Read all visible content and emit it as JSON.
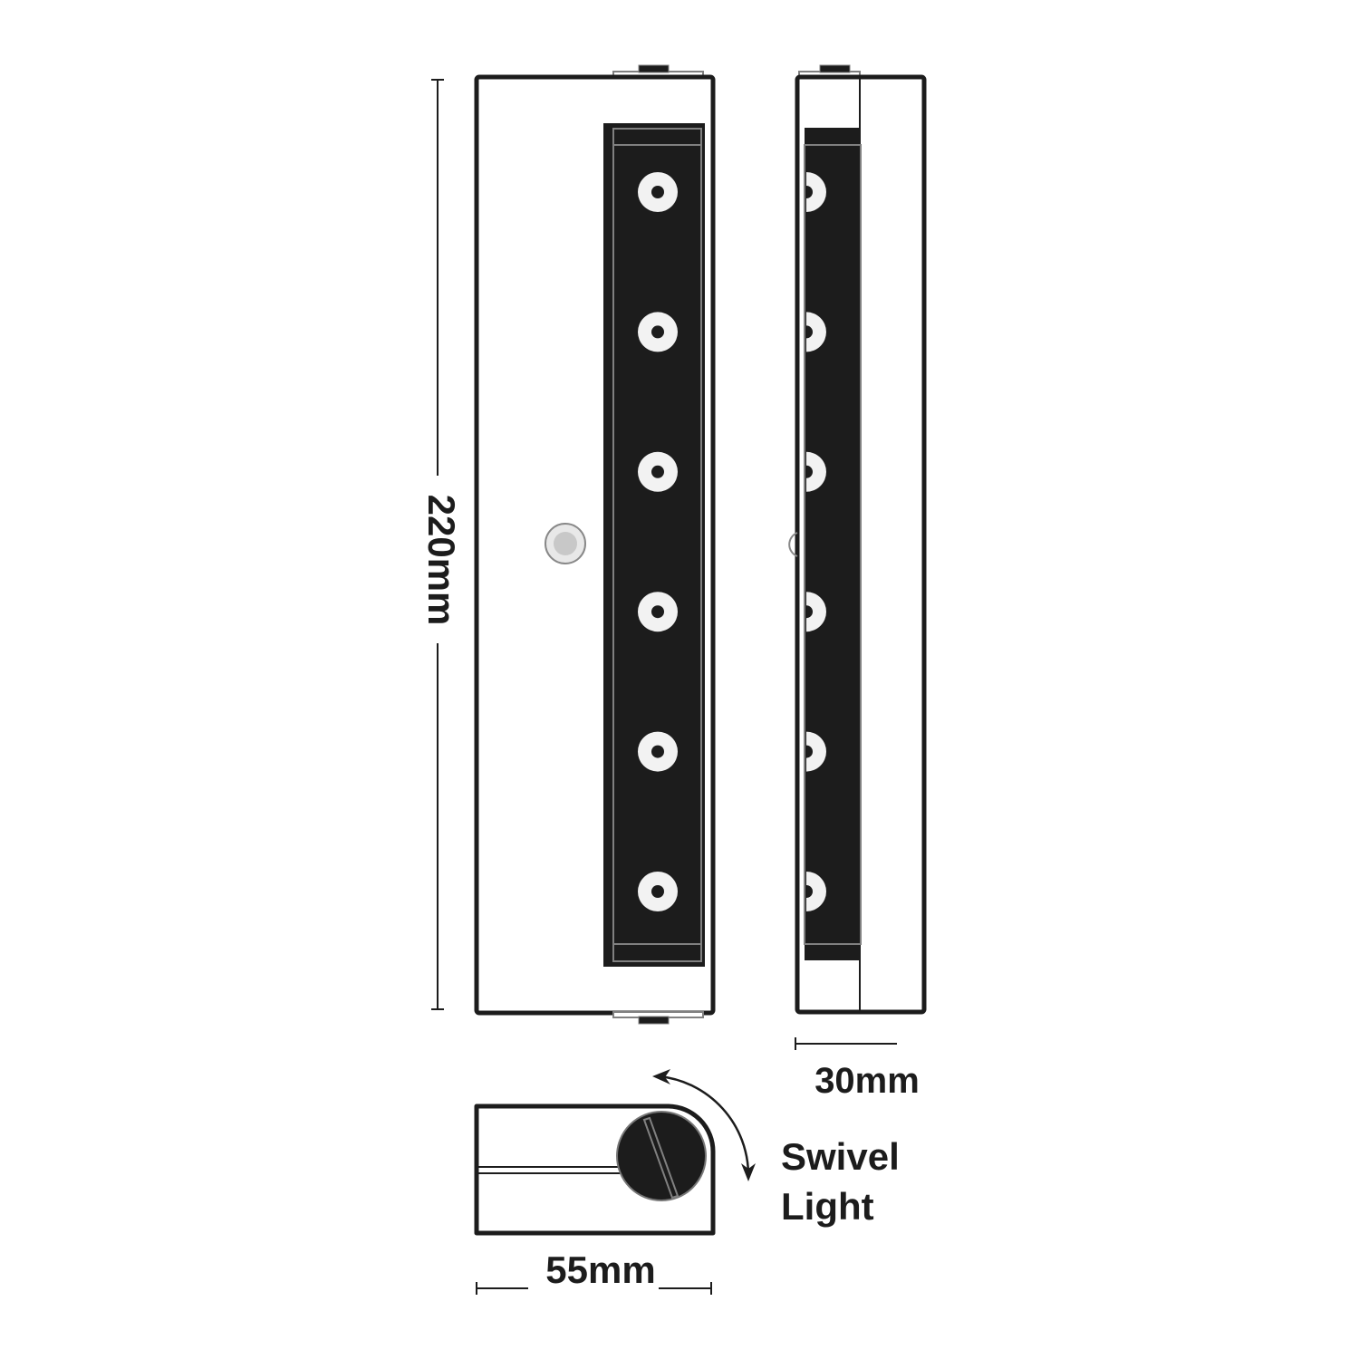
{
  "dimensions": {
    "height_label": "220mm",
    "depth_label": "30mm",
    "width_label": "55mm"
  },
  "annotation": {
    "line1": "Swivel",
    "line2": "Light"
  },
  "led_count": 6,
  "colors": {
    "ink": "#1c1c1c",
    "outline_gray": "#808080",
    "sensor_fill": "#c8c8c8",
    "background": "#ffffff"
  }
}
